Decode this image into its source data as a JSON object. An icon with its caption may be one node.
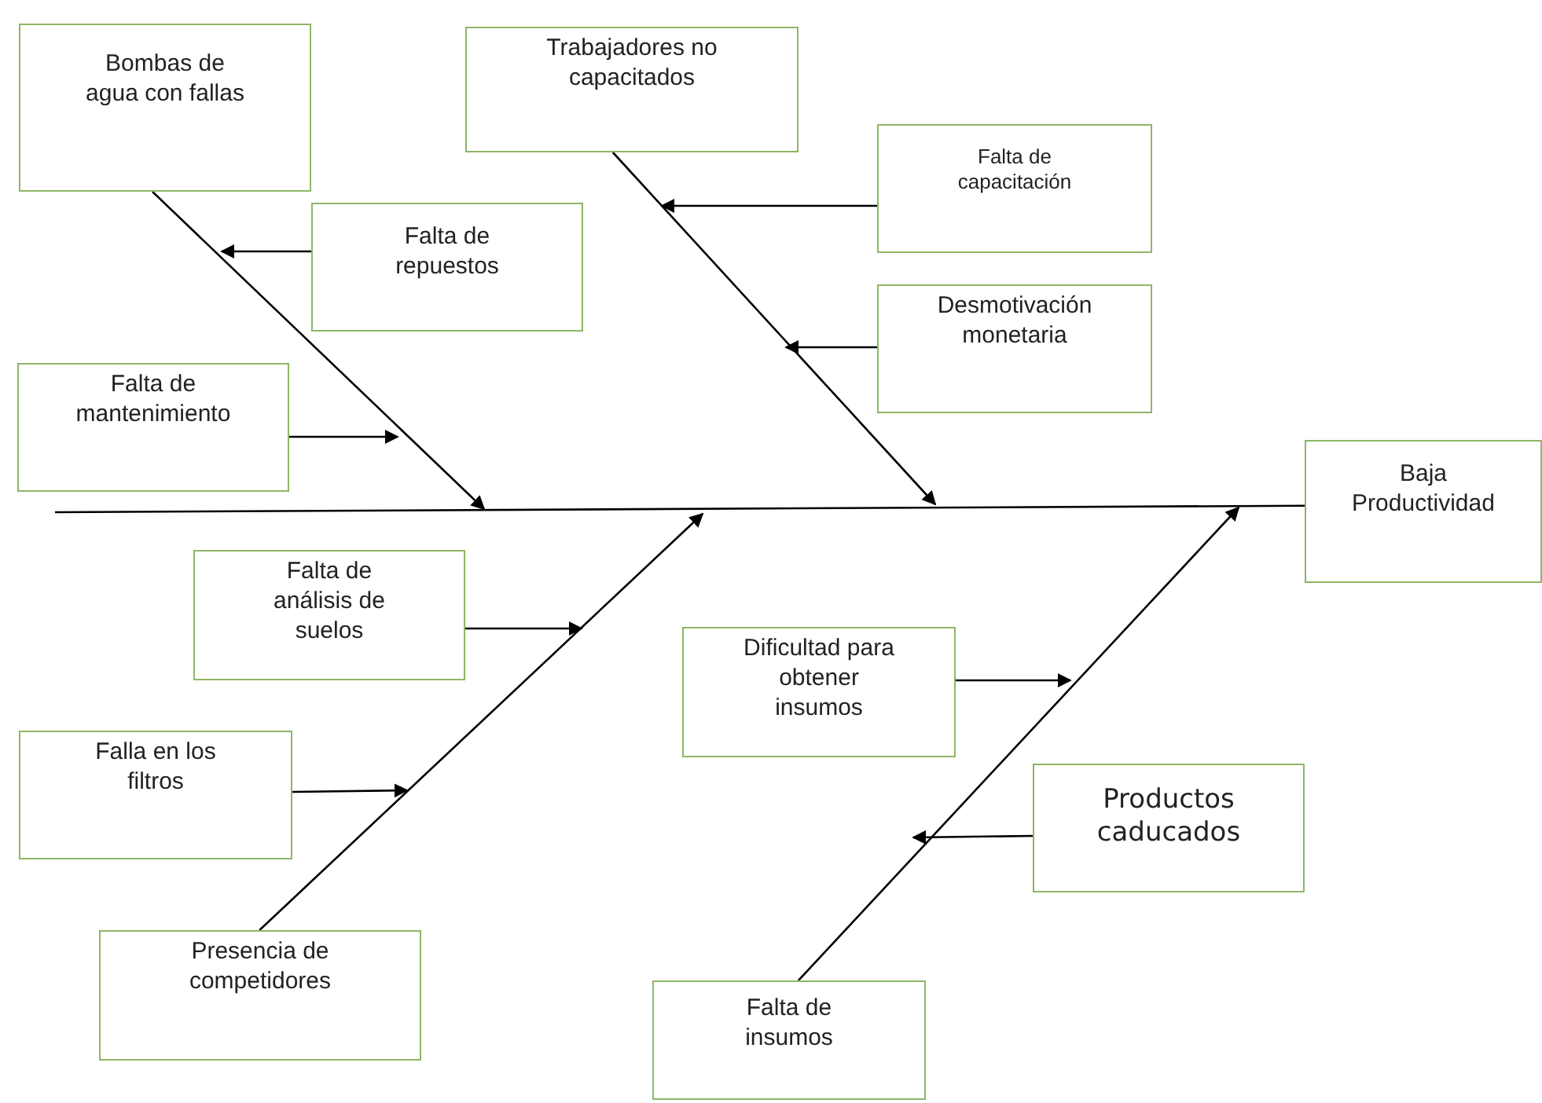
{
  "diagram": {
    "nodes": [
      {
        "text": [
          "Bombas de agua con fallas"
        ]
      },
      {
        "text": [
          "Falta de repuestos"
        ]
      },
      {
        "text": [
          "Falta de mantenimiento"
        ]
      },
      {
        "text": [
          "Trabajadores no capacitados"
        ]
      },
      {
        "text": [
          "Falta de capacitación"
        ]
      },
      {
        "text": [
          "Desmotivación monetaria"
        ]
      },
      {
        "text": [
          "Baja Productividad"
        ]
      },
      {
        "text": [
          "Falta de análisis de suelos"
        ]
      },
      {
        "text": [
          "Falla en los filtros"
        ]
      },
      {
        "text": [
          "Presencia de competidores"
        ]
      },
      {
        "text": [
          "Dificultad para obtener insumos"
        ]
      },
      {
        "text": [
          "Productos caducados"
        ]
      },
      {
        "text": [
          "Falta de insumos"
        ]
      }
    ],
    "edges": [
      {
        "from": null,
        "to": 6,
        "arrow": "none"
      },
      {
        "from": 0,
        "to": null,
        "arrow": "to"
      },
      {
        "from": 3,
        "to": null,
        "arrow": "to"
      },
      {
        "from": 9,
        "to": null,
        "arrow": "to"
      },
      {
        "from": 12,
        "to": null,
        "arrow": "to"
      },
      {
        "from": 1,
        "to": null,
        "arrow": "to"
      },
      {
        "from": 2,
        "to": null,
        "arrow": "to"
      },
      {
        "from": 4,
        "to": null,
        "arrow": "to"
      },
      {
        "from": 5,
        "to": null,
        "arrow": "to"
      },
      {
        "from": 7,
        "to": null,
        "arrow": "to"
      },
      {
        "from": 8,
        "to": null,
        "arrow": "to"
      },
      {
        "from": 10,
        "to": null,
        "arrow": "to"
      },
      {
        "from": 11,
        "to": null,
        "arrow": "to"
      }
    ]
  }
}
